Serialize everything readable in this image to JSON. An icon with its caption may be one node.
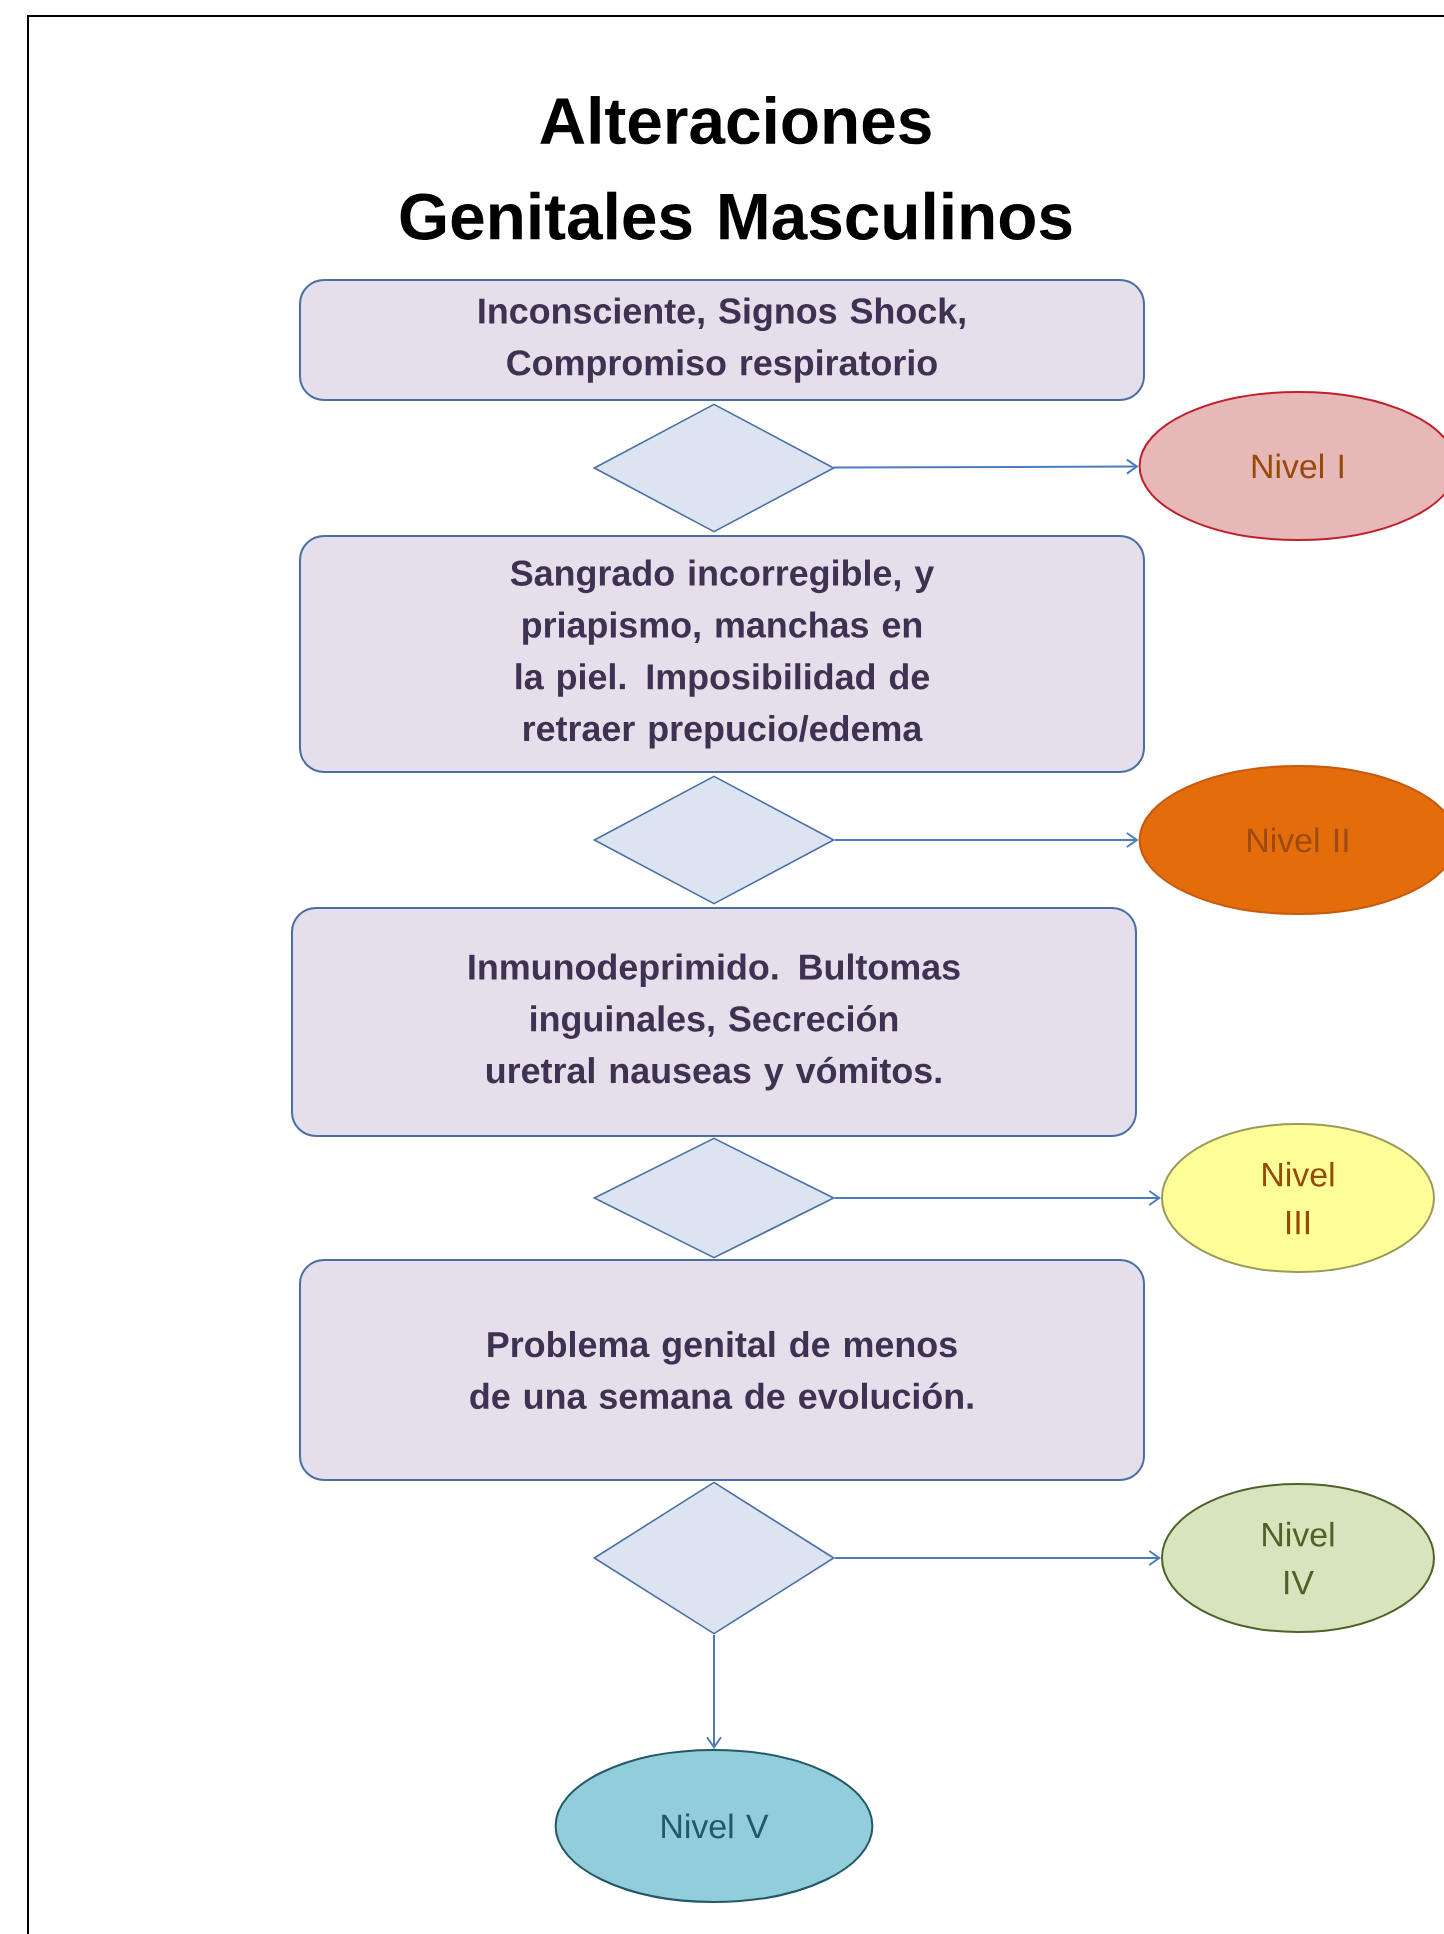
{
  "diagram": {
    "title": "Alteraciones Genitales Masculinos",
    "nodes": [
      {
        "text": [
          "Inconsciente, Signos Shock, Compromiso respiratorio"
        ]
      },
      {
        "text": [],
        "shape": "diamond"
      },
      {
        "text": [
          "Nivel I"
        ]
      },
      {
        "text": [
          "Sangrado incorregible, y priapismo, manchas en la piel. Imposibilidad de retraer prepucio/edema"
        ]
      },
      {
        "text": [],
        "shape": "diamond"
      },
      {
        "text": [
          "Nivel II"
        ]
      },
      {
        "text": [
          "Inmunodeprimido. Bultomas inguinales, Secreción uretral nauseas y vómitos."
        ]
      },
      {
        "text": [],
        "shape": "diamond"
      },
      {
        "text": [
          "Nivel III"
        ]
      },
      {
        "text": [
          "Problema genital de menos de una semana de evolución."
        ]
      },
      {
        "text": [],
        "shape": "diamond"
      },
      {
        "text": [
          "Nivel IV"
        ]
      },
      {
        "text": [
          "Nivel V"
        ]
      }
    ],
    "edges": [
      {
        "from": 1,
        "to": 2,
        "arrow": "to"
      },
      {
        "from": 4,
        "to": 5,
        "arrow": "to"
      },
      {
        "from": 7,
        "to": 8,
        "arrow": "to"
      },
      {
        "from": 10,
        "to": 11,
        "arrow": "to"
      },
      {
        "from": 10,
        "to": 12,
        "arrow": "to"
      }
    ]
  }
}
